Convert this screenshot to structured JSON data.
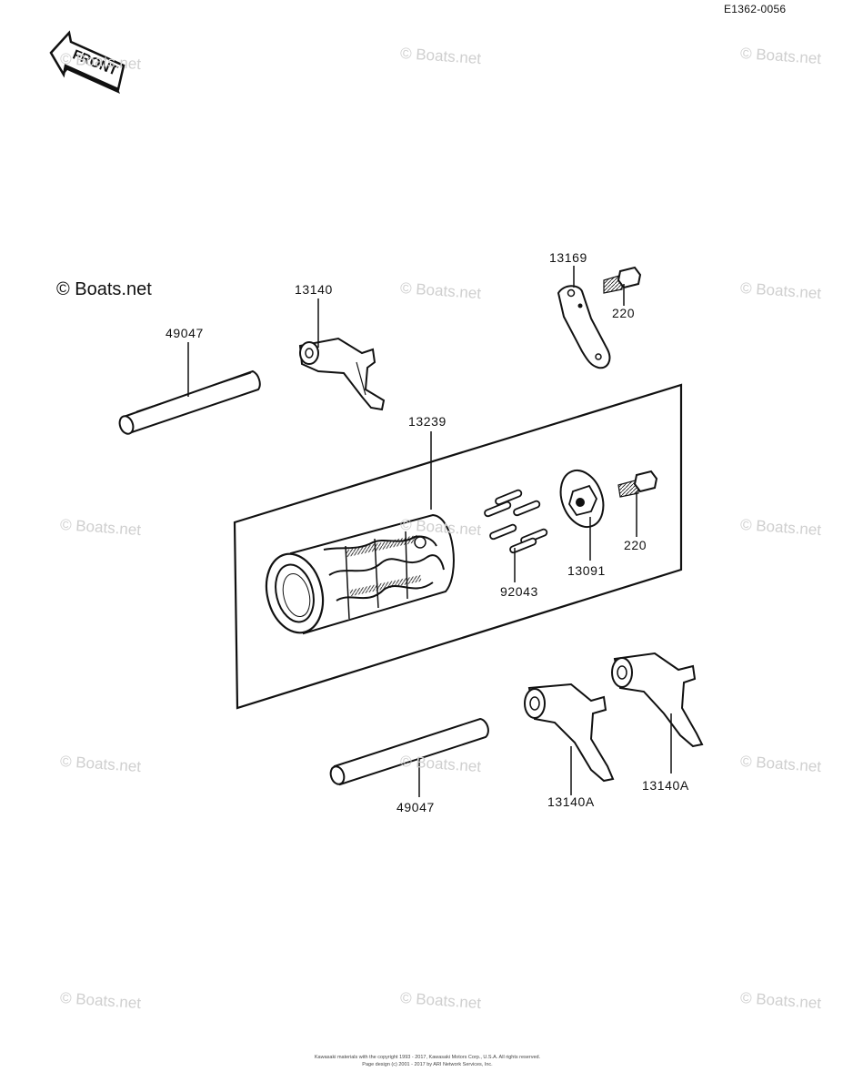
{
  "diagram_id": "E1362-0056",
  "front_label": "FRONT",
  "copyright_mark": "© Boats.net",
  "watermark_text": "© Boats.net",
  "callouts": [
    {
      "id": "shaft-upper",
      "text": "49047"
    },
    {
      "id": "fork-upper",
      "text": "13140"
    },
    {
      "id": "plate",
      "text": "13169"
    },
    {
      "id": "bolt-upper",
      "text": "220"
    },
    {
      "id": "drum-assembly",
      "text": "13239"
    },
    {
      "id": "pins",
      "text": "92043"
    },
    {
      "id": "cam",
      "text": "13091"
    },
    {
      "id": "bolt-lower",
      "text": "220"
    },
    {
      "id": "shaft-lower",
      "text": "49047"
    },
    {
      "id": "fork-lower-left",
      "text": "13140A"
    },
    {
      "id": "fork-lower-right",
      "text": "13140A"
    }
  ],
  "footer": {
    "line1": "Kawasaki materials with the copyright 1993 - 2017, Kawasaki Motors Corp., U.S.A. All rights reserved.",
    "line2": "Page design (c) 2001 - 2017 by ARI Network Services, Inc."
  }
}
